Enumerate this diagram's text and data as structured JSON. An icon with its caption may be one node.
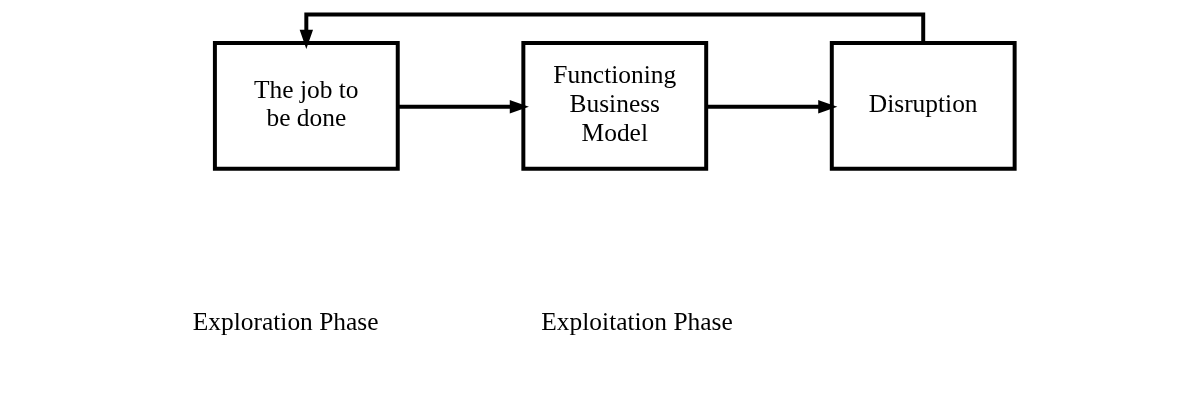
{
  "diagram": {
    "nodes": [
      {
        "text": [
          "The job to be done"
        ]
      },
      {
        "text": [
          "Functioning Business Model"
        ]
      },
      {
        "text": [
          "Disruption"
        ]
      }
    ],
    "edges": [
      {
        "from": 0,
        "to": 1,
        "arrow": "to"
      },
      {
        "from": 1,
        "to": 2,
        "arrow": "to"
      },
      {
        "from": 2,
        "to": 0,
        "arrow": "to"
      }
    ],
    "labels": [
      "Exploration Phase",
      "Exploitation Phase"
    ]
  }
}
